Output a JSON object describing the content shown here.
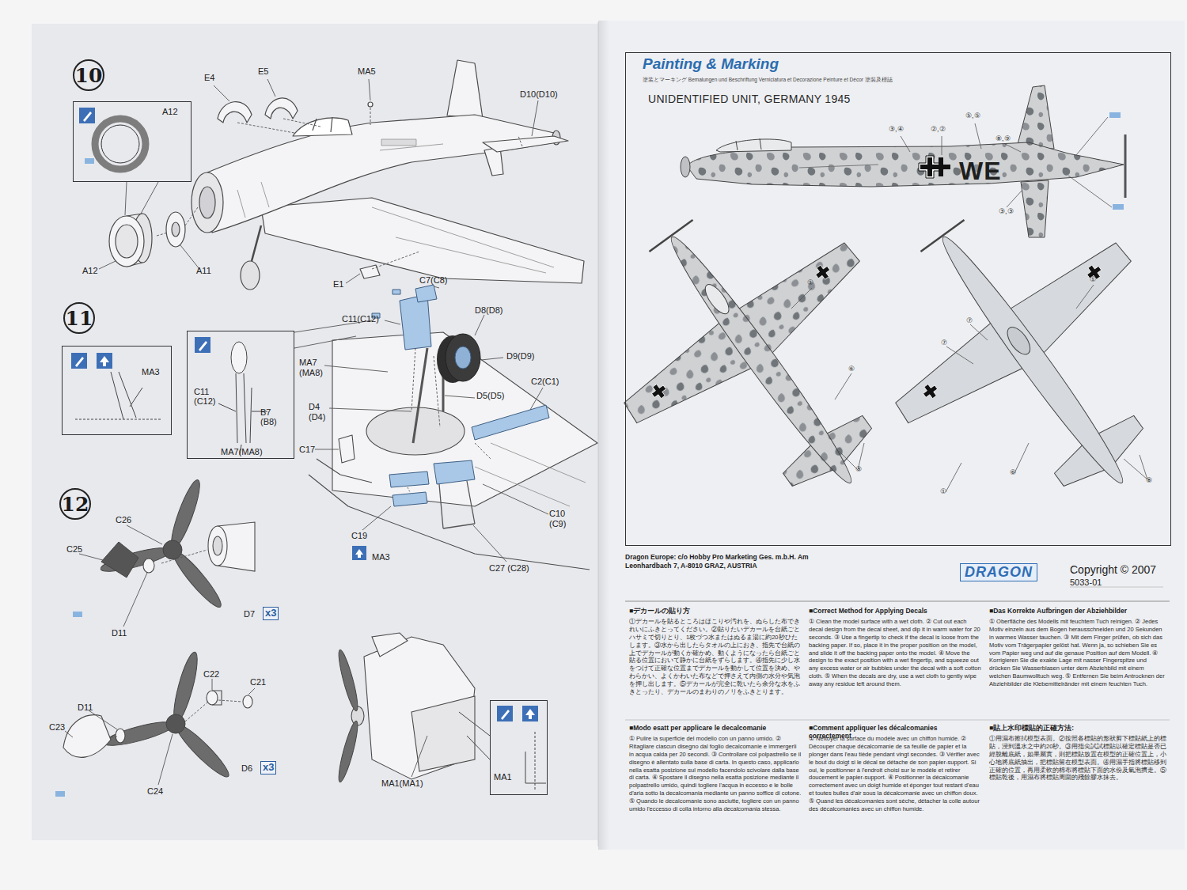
{
  "diagram": {
    "title": "Painting & Marking",
    "nodes": [
      {
        "text": [
          "10"
        ]
      },
      {
        "text": [
          "A12"
        ]
      },
      {
        "text": [
          "11"
        ]
      },
      {
        "text": [
          "MA3"
        ]
      },
      {
        "text": [
          "C11 (C12)",
          "B7 (B8)",
          "MA7(MA8)"
        ]
      },
      {
        "text": [
          "12"
        ]
      },
      {
        "text": [
          "MA1"
        ]
      },
      {
        "text": [
          "UNIDENTIFIED UNIT, GERMANY 1945"
        ]
      }
    ],
    "labels": [
      "E4",
      "E5",
      "MA5",
      "D10(D10)",
      "A12",
      "A11",
      "E1",
      "C7(C8)",
      "C11(C12)",
      "D8(D8)",
      "D9(D9)",
      "MA7 (MA8)",
      "D4 (D4)",
      "D5(D5)",
      "C2(C1)",
      "C17",
      "C19",
      "MA3",
      "C10 (C9)",
      "C27 (C28)",
      "C26",
      "C25",
      "D11",
      "D7",
      "x3",
      "C22",
      "C21",
      "D11",
      "C23",
      "C24",
      "D6",
      "x3",
      "MA1(MA1)",
      "塗装とマーキング  Bemalungen und Beschriftung  Verniciatura et Decorazione  Peinture et Décor  塗裝及標誌",
      "WE",
      "③,④",
      "②,②",
      "⑤,⑤",
      "⑧,⑨",
      "③,③",
      "①",
      "⑥",
      "③",
      "①",
      "⑦",
      "⑦",
      "①",
      "⑥",
      "⑧",
      "Dragon Europe: c/o Hobby Pro Marketing Ges. m.b.H. Am Leonhardbach 7, A-8010 GRAZ, AUSTRIA",
      "DRAGON",
      "Copyright © 2007",
      "5033-01",
      "■デカールの貼り方",
      "①デカールを貼るところはほこりや汚れを、ぬらした布できれいにふきとってください。②貼りたいデカールを台紙ごとハサミで切りとり、1枚づつ水またはぬるま湯に約20秒ひたします。③水から出したらタオルの上におき、指先で台紙の上でデカールが動くか確かめ、動くようになったら台紙ごと貼る位置において静かに台紙をずらします。④指先に少し水をつけて正確な位置までデカールを動かして位置を決め、やわらかい、よくかわいた布などで押さえて内側の水分や気泡を押し出します。⑤デカールが完全に乾いたら余分な水をふきとったり、デカールのまわりのノリをふきとります。",
      "■Correct Method for Applying Decals",
      "① Clean the model surface with a wet cloth. ② Cut out each decal design from the decal sheet, and dip it in warm water for 20 seconds. ③ Use a fingertip to check if the decal is loose from the backing paper. If so, place it in the proper position on the model, and slide it off the backing paper onto the model. ④ Move the design to the exact position with a wet fingertip, and squeeze out any excess water or air bubbles under the decal with a soft cotton cloth. ⑤ When the decals are dry, use a wet cloth to gently wipe away any residue left around them.",
      "■Das Korrekte Aufbringen der Abziehbilder",
      "① Oberfläche des Modells mit feuchtem Tuch reinigen. ② Jedes Motiv einzeln aus dem Bogen herausschneiden und 20 Sekunden in warmes Wasser tauchen. ③ Mit dem Finger prüfen, ob sich das Motiv vom Trägerpapier gelöst hat. Wenn ja, so schieben Sie es vom Papier weg und auf die genaue Position auf dem Modell. ④ Korrigieren Sie die exakte Lage mit nasser Fingerspitze und drücken Sie Wasserblasen unter dem Abziehbild mit einem weichen Baumwolltuch weg. ⑤ Entfernen Sie beim Antrocknen der Abziehbilder die Klebemittelränder mit einem feuchten Tuch.",
      "■Modo esatt per applicare le decalcomanie",
      "① Pulire la superficie del modello con un panno umido. ② Ritagliare ciascun disegno dal foglio decalcomanie e immergerli in acqua calda per 20 secondi. ③ Controllare col polpastrello se il disegno è allentato sulla base di carta. In questo caso, applicarlo nella esatta posizione sul modello facendolo scivolare dalla base di carta. ④ Spostare il disegno nella esatta posizione mediante il polpastrello umido, quindi togliere l'acqua in eccesso e le bolle d'aria sotto la decalcomania mediante un panno soffice di cotone. ⑤ Quando le decalcomanie sono asciutte, togliere con un panno umido l'eccesso di colla intorno alla decalcomania stessa.",
      "■Comment appliquer les décalcomanies correctement",
      "① Nettoyer la surface du modèle avec un chiffon humide. ② Découper chaque décalcomanie de sa feuille de papier et la plonger dans l'eau tiède pendant vingt secondes. ③ Vérifier avec le bout du doigt si le décal se détache de son papier-support. Si oui, le positionner à l'endroit choisi sur le modèle et retirer doucement le papier-support. ④ Positionner la décalcomanie correctement avec un doigt humide et éponger tout restant d'eau et toutes bulles d'air sous la décalcomanie avec un chiffon doux. ⑤ Quand les décalcomanies sont sèche, détacher la colle autour des décalcomanies avec un chiffon humide.",
      "■貼上水印標貼的正確方法:",
      "①用濕布擦拭模型表面。②按照各標貼的形狀剪下標貼紙上的標貼，浸到溫水之中約20秒。③用指尖試試標貼以確定標貼是否已經脫離底紙，如果屬實，則把標貼放置在模型的正確位置上，小心地將底紙抽出，把標貼留在模型表面。④用濕手指將標貼移到正確的位置，再用柔軟的棉布將標貼下面的水份及氣泡擠走。⑤標貼乾後，用濕布將標貼周圍的殘餘膠水抹去。"
    ]
  }
}
